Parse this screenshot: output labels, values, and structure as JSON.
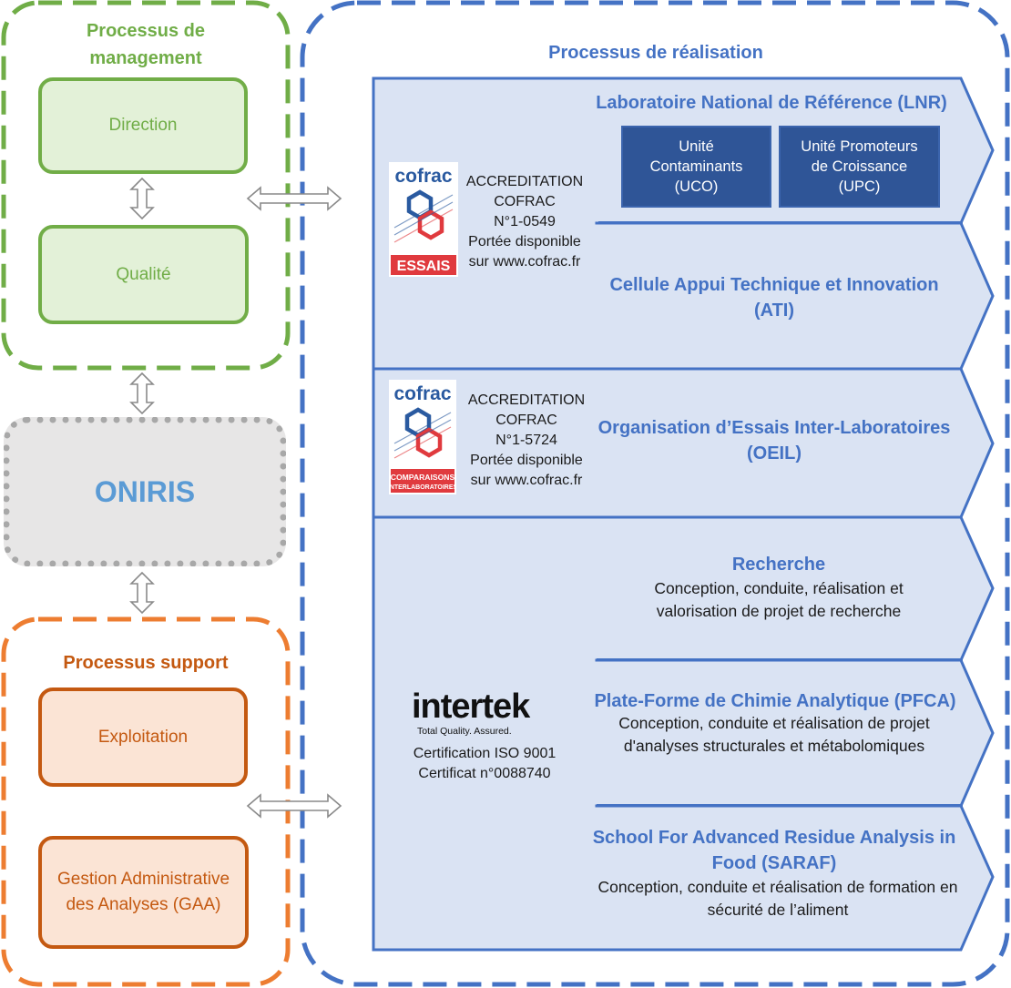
{
  "management": {
    "title": "Processus de management",
    "boxes": [
      "Direction",
      "Qualité"
    ]
  },
  "oniris": "ONIRIS",
  "support": {
    "title": "Processus support",
    "boxes": [
      "Exploitation",
      "Gestion Administrative des Analyses (GAA)"
    ]
  },
  "realisation": {
    "title": "Processus de réalisation",
    "lnr": {
      "title": "Laboratoire National de Référence (LNR)",
      "units": [
        "Unité Contaminants (UCO)",
        "Unité Promoteurs de Croissance (UPC)"
      ]
    },
    "ati": "Cellule Appui Technique et Innovation (ATI)",
    "accreditation1": {
      "logo_text": "cofrac",
      "logo_label": "ESSAIS",
      "lines": [
        "ACCREDITATION",
        "COFRAC",
        "N°1-0549",
        "Portée disponible",
        "sur www.cofrac.fr"
      ]
    },
    "oeil": "Organisation d’Essais Inter-Laboratoires (OEIL)",
    "accreditation2": {
      "logo_text": "cofrac",
      "logo_label": [
        "COMPARAISONS",
        "INTERLABORATOIRES"
      ],
      "lines": [
        "ACCREDITATION",
        "COFRAC",
        "N°1-5724",
        "Portée disponible",
        "sur www.cofrac.fr"
      ]
    },
    "recherche": {
      "title": "Recherche",
      "desc": "Conception, conduite, réalisation et valorisation de projet de recherche"
    },
    "pfca": {
      "title": "Plate-Forme de Chimie Analytique (PFCA)",
      "desc": "Conception, conduite et réalisation de projet d'analyses structurales et métabolomiques"
    },
    "saraf": {
      "title": "School For Advanced Residue Analysis in Food (SARAF)",
      "desc": "Conception, conduite et réalisation de formation en sécurité de l’aliment"
    },
    "certification": {
      "logo_text": "intertek",
      "logo_tagline": "Total Quality. Assured.",
      "lines": [
        "Certification ISO 9001",
        "Certificat n°0088740"
      ]
    }
  },
  "colors": {
    "management": "#70ad47",
    "support": "#ed7d31",
    "support_text": "#c45911",
    "realisation": "#4472c4",
    "oniris_text": "#5b9bd5",
    "unit_fill": "#2f5597",
    "panel_fill": "#dae3f3"
  }
}
